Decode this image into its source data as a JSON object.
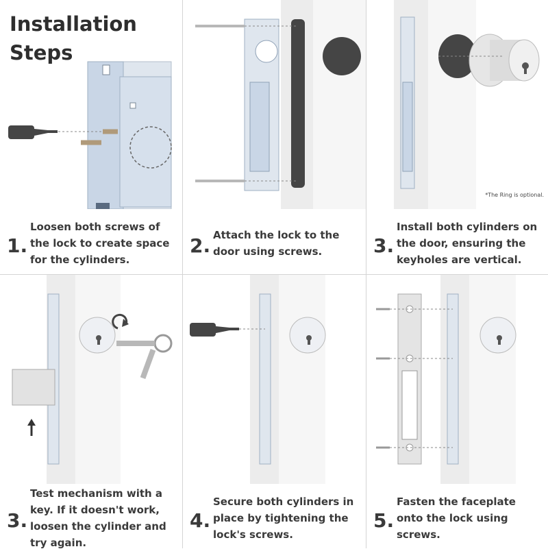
{
  "title": "Installation Steps",
  "note": "*The Ring is optional.",
  "steps": [
    {
      "num": "1.",
      "text": "Loosen both screws of the lock to create space for the cylinders."
    },
    {
      "num": "2.",
      "text": "Attach the lock to the door using screws."
    },
    {
      "num": "3.",
      "text": "Install both cylinders on the door, ensuring the keyholes are vertical."
    },
    {
      "num": "3.",
      "text": "Test mechanism with a key. If it doesn't work, loosen the cylinder and try again."
    },
    {
      "num": "4.",
      "text": "Secure both cylinders in place by tightening the lock's screws."
    },
    {
      "num": "5.",
      "text": "Fasten the faceplate onto the lock using screws."
    }
  ],
  "colors": {
    "text": "#3a3a3a",
    "door": "#e9e9e9",
    "metal": "#c9d6e6",
    "dark_part": "#454545",
    "divider": "#d4d4d4"
  }
}
